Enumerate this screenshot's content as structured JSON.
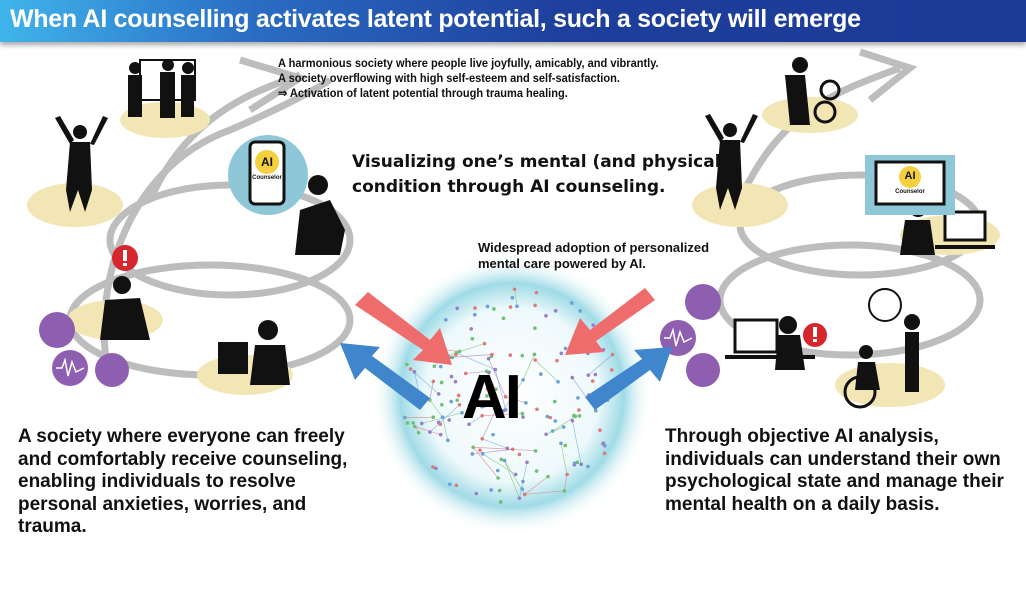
{
  "header": {
    "title": "When AI counselling activates latent potential, such a society will emerge"
  },
  "top_text": {
    "lines": [
      "A harmonious society where people live joyfully, amicably, and vibrantly.",
      "A society overflowing with high self-esteem and self-satisfaction.",
      "⇒ Activation of latent potential through trauma healing."
    ]
  },
  "visualizing_text": {
    "lines": [
      "Visualizing one’s mental (and physical)",
      "condition through AI counseling."
    ]
  },
  "widespread_text": {
    "lines": [
      "Widespread adoption of personalized",
      "mental care powered by AI."
    ]
  },
  "left_text": {
    "lines": [
      "A society where everyone can freely",
      "and comfortably receive counseling,",
      "enabling individuals to resolve",
      "personal anxieties, worries, and",
      "trauma."
    ]
  },
  "right_text": {
    "lines": [
      "Through objective AI analysis,",
      "individuals can understand their own",
      "psychological state and manage their",
      "mental health on a daily basis."
    ]
  },
  "center": {
    "label": "AI"
  },
  "phone_badge": {
    "label": "AI",
    "sub": "Counselor"
  },
  "monitor_badge": {
    "label": "AI",
    "sub": "Counselor"
  },
  "colors": {
    "title_dark": "#1c3a96",
    "title_light": "#3fb4ea",
    "arrow_red": "#ee6c6c",
    "arrow_blue": "#3f86cc",
    "beige": "#f2e6b4",
    "purple": "#8e5fb0",
    "glow": "#8fd3e0"
  }
}
